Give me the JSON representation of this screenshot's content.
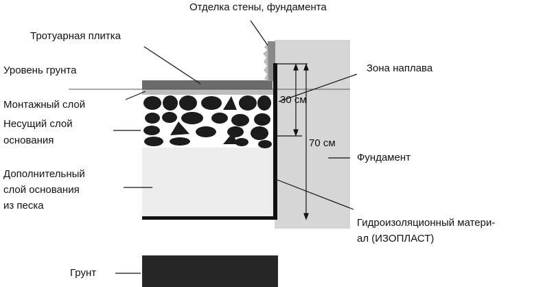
{
  "labels": {
    "wall_finish": "Отделка стены, фундамента",
    "paving_tile": "Тротуарная плитка",
    "ground_level": "Уровень грунта",
    "mounting_layer": "Монтажный слой",
    "bearing_base_1": "Несущий слой",
    "bearing_base_2": "основания",
    "sand_1": "Дополнительный",
    "sand_2": "слой основания",
    "sand_3": "из песка",
    "soil": "Грунт",
    "fusion_zone": "Зона наплава",
    "foundation": "Фундамент",
    "waterproof_1": "Гидроизоляционный матери-",
    "waterproof_2": "ал (ИЗОПЛАСТ)"
  },
  "dimensions": {
    "short": "30 см",
    "long": "70 см"
  }
}
